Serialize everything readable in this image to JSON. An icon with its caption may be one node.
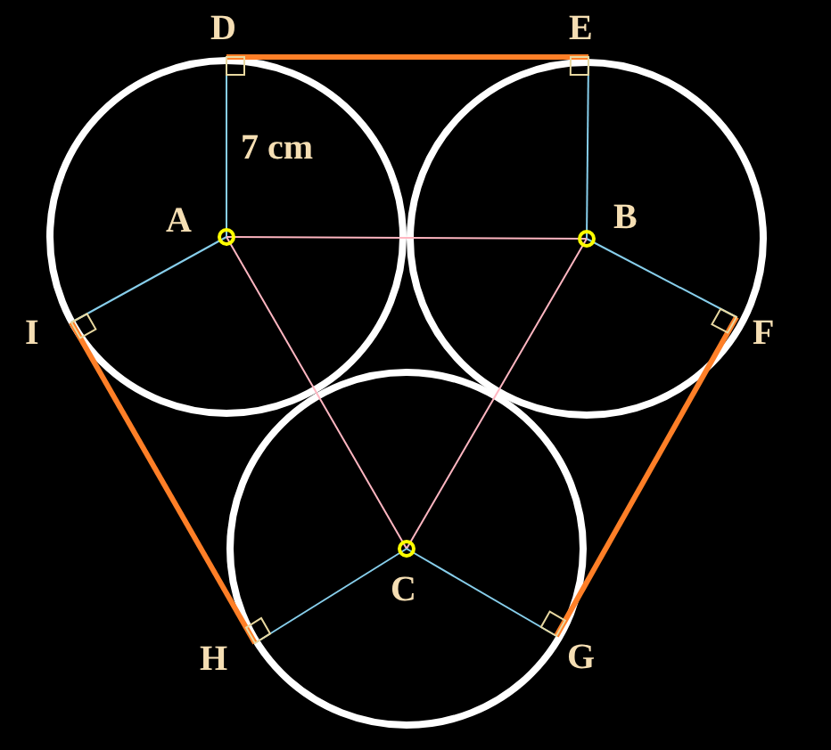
{
  "diagram": {
    "nodes": [
      {
        "text": [
          "D"
        ]
      },
      {
        "text": [
          "E"
        ]
      },
      {
        "text": [
          "A"
        ]
      },
      {
        "text": [
          "B"
        ]
      },
      {
        "text": [
          "I"
        ]
      },
      {
        "text": [
          "F"
        ]
      },
      {
        "text": [
          "C"
        ]
      },
      {
        "text": [
          "H"
        ]
      },
      {
        "text": [
          "G"
        ]
      }
    ],
    "edges": [
      {
        "from": 2,
        "to": 0,
        "arrow": "none",
        "label": "7 cm"
      },
      {
        "from": 3,
        "to": 1,
        "arrow": "none"
      },
      {
        "from": 0,
        "to": 1,
        "arrow": "none",
        "style": "thick",
        "color": "#ff7f27"
      },
      {
        "from": 2,
        "to": 3,
        "arrow": "none",
        "color": "#ffb6c1"
      },
      {
        "from": 2,
        "to": 4,
        "arrow": "none"
      },
      {
        "from": 3,
        "to": 5,
        "arrow": "none"
      },
      {
        "from": 2,
        "to": 6,
        "arrow": "none",
        "color": "#ffb6c1"
      },
      {
        "from": 3,
        "to": 6,
        "arrow": "none",
        "color": "#ffb6c1"
      },
      {
        "from": 6,
        "to": 7,
        "arrow": "none"
      },
      {
        "from": 6,
        "to": 8,
        "arrow": "none"
      },
      {
        "from": 4,
        "to": 7,
        "arrow": "none",
        "style": "thick",
        "color": "#ff7f27"
      },
      {
        "from": 5,
        "to": 8,
        "arrow": "none",
        "style": "thick",
        "color": "#ff7f27"
      }
    ]
  }
}
